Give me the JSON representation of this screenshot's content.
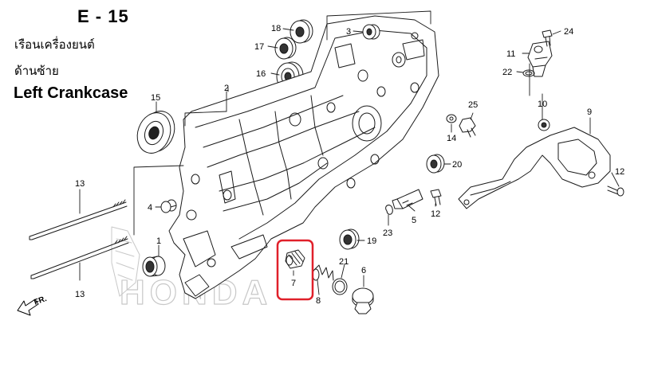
{
  "header": {
    "section_code": "E - 15",
    "thai_line1": "เรือนเครื่องยนต์",
    "thai_line2": "ด้านซ้าย",
    "english_title": "Left Crankcase"
  },
  "watermark": {
    "text": "HONDA"
  },
  "direction": {
    "label": "FR."
  },
  "callouts": [
    {
      "id": "1",
      "label": "1"
    },
    {
      "id": "2",
      "label": "2"
    },
    {
      "id": "3",
      "label": "3"
    },
    {
      "id": "4",
      "label": "4"
    },
    {
      "id": "5",
      "label": "5"
    },
    {
      "id": "6",
      "label": "6"
    },
    {
      "id": "7",
      "label": "7"
    },
    {
      "id": "8",
      "label": "8"
    },
    {
      "id": "9",
      "label": "9"
    },
    {
      "id": "10",
      "label": "10"
    },
    {
      "id": "11",
      "label": "11"
    },
    {
      "id": "12a",
      "label": "12"
    },
    {
      "id": "12b",
      "label": "12"
    },
    {
      "id": "13a",
      "label": "13"
    },
    {
      "id": "13b",
      "label": "13"
    },
    {
      "id": "14",
      "label": "14"
    },
    {
      "id": "15",
      "label": "15"
    },
    {
      "id": "16",
      "label": "16"
    },
    {
      "id": "17",
      "label": "17"
    },
    {
      "id": "18",
      "label": "18"
    },
    {
      "id": "19",
      "label": "19"
    },
    {
      "id": "20",
      "label": "20"
    },
    {
      "id": "21",
      "label": "21"
    },
    {
      "id": "22",
      "label": "22"
    },
    {
      "id": "23",
      "label": "23"
    },
    {
      "id": "24",
      "label": "24"
    },
    {
      "id": "25",
      "label": "25"
    }
  ],
  "highlight": {
    "part": "7",
    "color": "#e0202a"
  },
  "colors": {
    "line": "#1a1a1a",
    "watermark": "#c8c8c8"
  }
}
